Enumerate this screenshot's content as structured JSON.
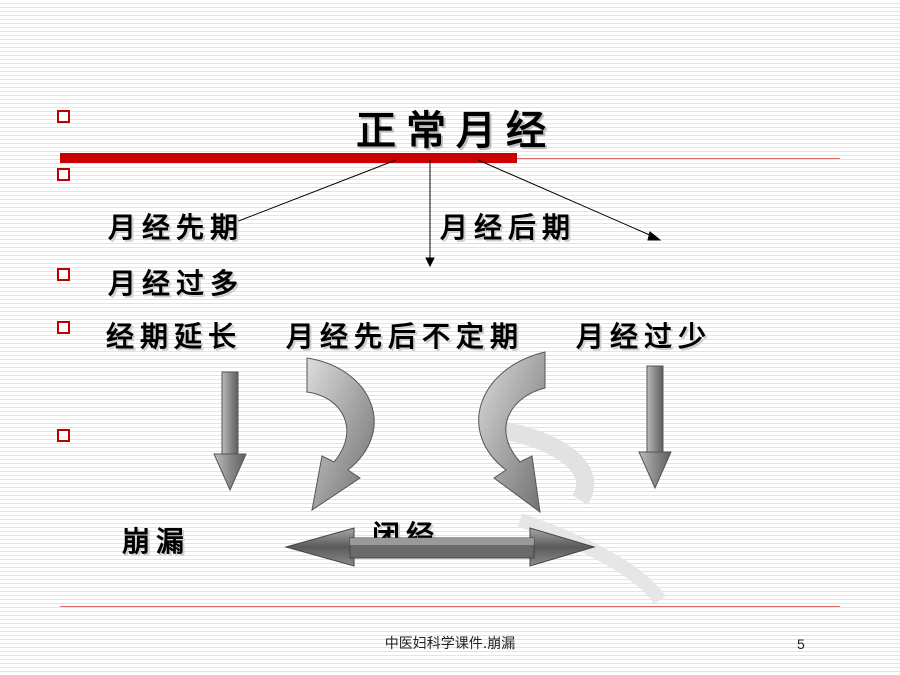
{
  "slide": {
    "title": "正常月经",
    "items": {
      "early": "月经先期",
      "late": "月经后期",
      "heavy": "月经过多",
      "prolonged": "经期延长",
      "irregular": "月经先后不定期",
      "scanty": "月经过少",
      "bengLou": "崩漏",
      "amenorrhea": "闭经"
    },
    "footer": "中医妇科学课件.崩漏",
    "page_number": "5"
  },
  "colors": {
    "accent": "#cc0000",
    "bullet": "#c00000",
    "arrow_gray": "#8e8e8e"
  }
}
